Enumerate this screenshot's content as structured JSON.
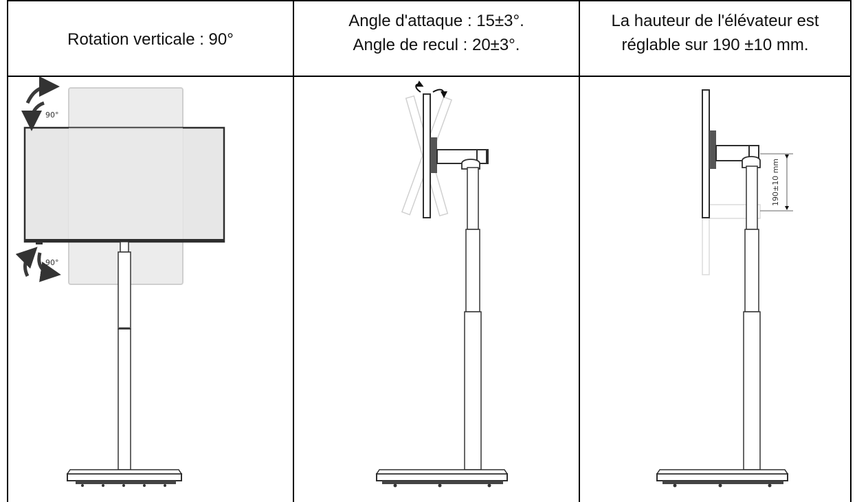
{
  "columns": [
    {
      "id": "rotation",
      "header_lines": [
        "Rotation verticale : 90°"
      ],
      "labels": {
        "top_angle": "90°",
        "bottom_angle": "90°"
      }
    },
    {
      "id": "tilt",
      "header_lines": [
        "Angle d'attaque : 15±3°.",
        "Angle de recul : 20±3°."
      ]
    },
    {
      "id": "height",
      "header_lines": [
        "La hauteur de l'élévateur est",
        "réglable sur 190 ±10 mm."
      ],
      "labels": {
        "dimension": "190±10 mm"
      }
    }
  ],
  "colors": {
    "grid_line": "#000000",
    "drawing_stroke": "#333333",
    "screen_fill": "#e6e6e6",
    "ghost_fill": "#ececec",
    "ghost_stroke": "#cfcfcf",
    "arrow_fill": "#3a3a3a"
  }
}
